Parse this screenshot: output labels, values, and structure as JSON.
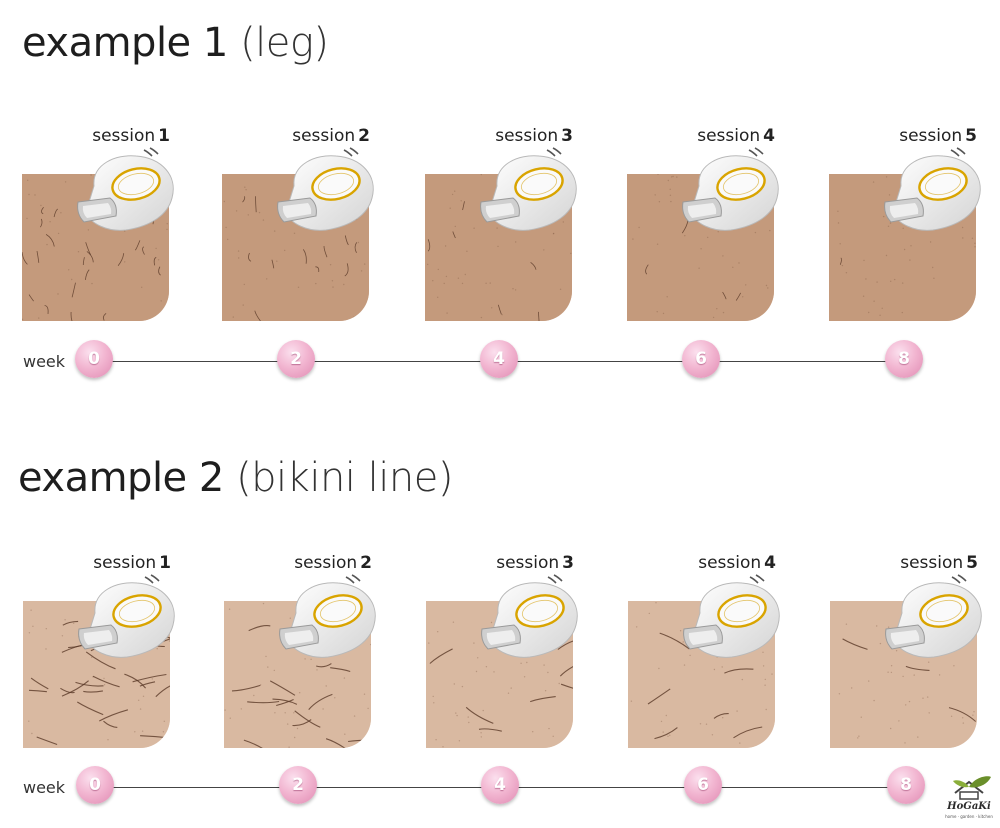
{
  "examples": [
    {
      "title": "example 1",
      "subtitle": "(leg)",
      "sessions": [
        {
          "label": "session",
          "number": "1"
        },
        {
          "label": "session",
          "number": "2"
        },
        {
          "label": "session",
          "number": "3"
        },
        {
          "label": "session",
          "number": "4"
        },
        {
          "label": "session",
          "number": "5"
        }
      ],
      "week_label": "week",
      "weeks": [
        "0",
        "2",
        "4",
        "6",
        "8"
      ]
    },
    {
      "title": "example 2",
      "subtitle": "(bikini line)",
      "sessions": [
        {
          "label": "session",
          "number": "1"
        },
        {
          "label": "session",
          "number": "2"
        },
        {
          "label": "session",
          "number": "3"
        },
        {
          "label": "session",
          "number": "4"
        },
        {
          "label": "session",
          "number": "5"
        }
      ],
      "week_label": "week",
      "weeks": [
        "0",
        "2",
        "4",
        "6",
        "8"
      ]
    }
  ],
  "brand": {
    "name": "HoGaKi",
    "tagline": "home · garden · kitchen"
  },
  "colors": {
    "leg_skin": "#c49a7c",
    "bikini_skin": "#d9b9a1",
    "hair": "#5a3a28",
    "marker_pink": "#f2b6d1",
    "device_accent": "#d9a400"
  },
  "icons": {
    "device": "ipl-device-icon",
    "marker": "week-marker-icon",
    "logo": "house-leaf-logo-icon"
  }
}
